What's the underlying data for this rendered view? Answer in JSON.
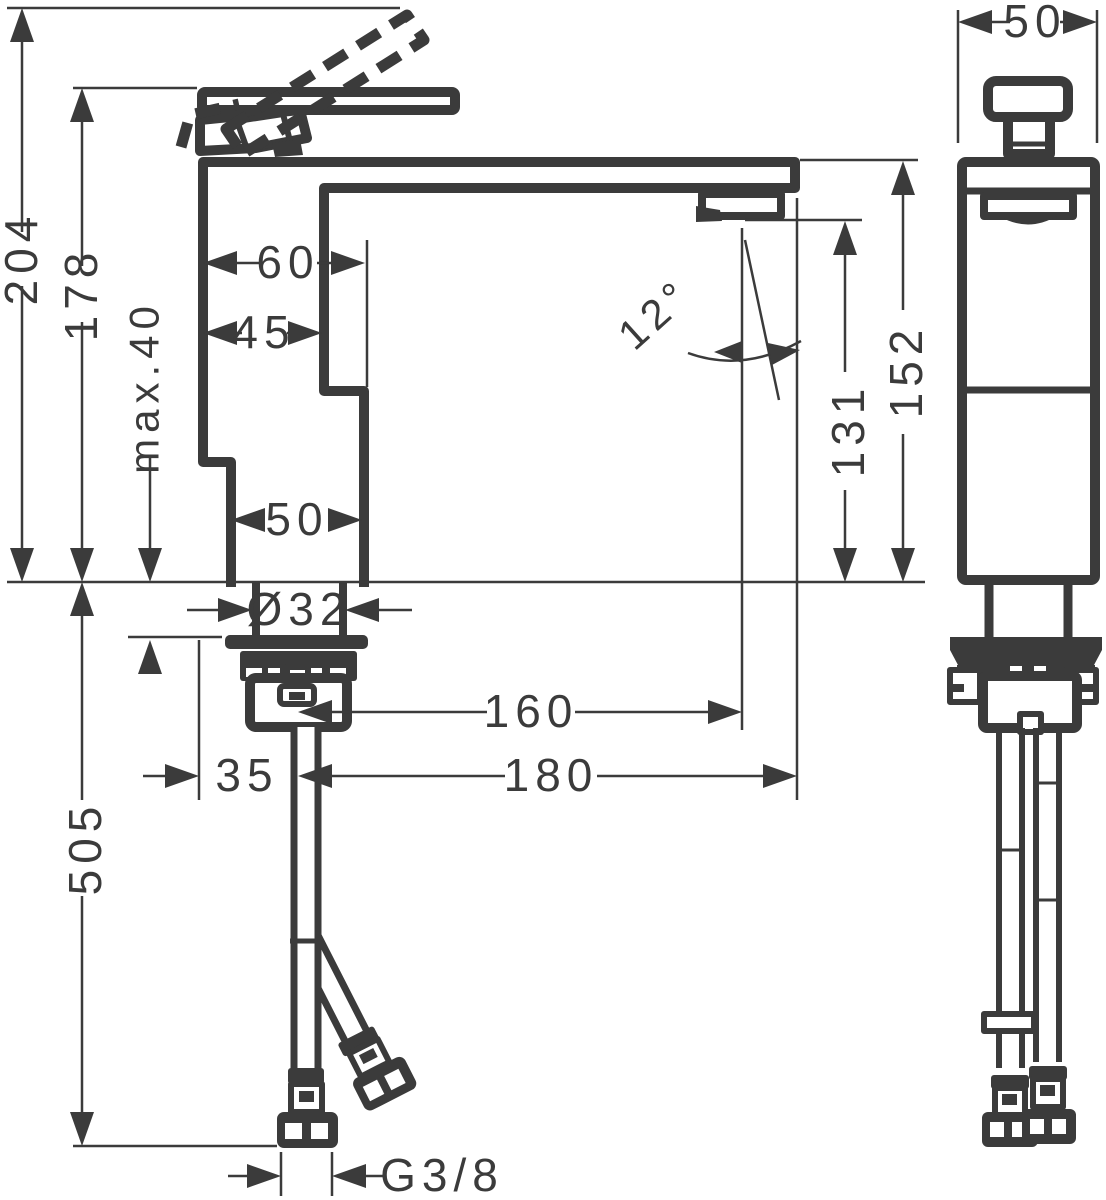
{
  "drawing": {
    "type": "faucet-installation-dimension-drawing",
    "views": [
      "front-view-with-supply-hoses",
      "side-view-with-supply-hoses"
    ],
    "line_color": "#3b3b3b",
    "background": "#ffffff"
  },
  "dimensions": {
    "front": {
      "total_height_handle_open": "204",
      "height_to_handle": "178",
      "max_mounting_thickness": "max.40",
      "body_depth_upper": "60",
      "body_depth": "45",
      "base_width": "50",
      "shank_diameter": "Ø32",
      "hose_length": "505",
      "base_offset": "35",
      "spout_reach_aerator": "160",
      "spout_reach_total": "180",
      "thread_size": "G3/8",
      "handle_swivel_angle": "12°",
      "aerator_height": "131",
      "spout_height": "152"
    },
    "side": {
      "body_width": "50"
    }
  }
}
